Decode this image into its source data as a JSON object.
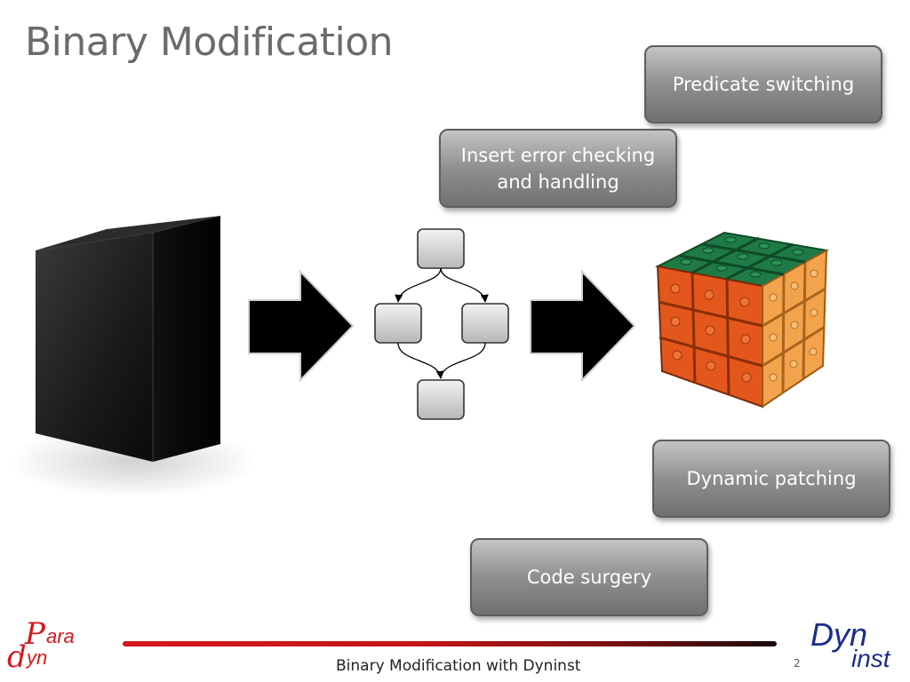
{
  "slide": {
    "title": "Binary Modification",
    "footer": "Binary Modification with Dyninst",
    "page_number": "2"
  },
  "callouts": {
    "predicate": "Predicate switching",
    "error_line1": "Insert error checking",
    "error_line2": "and handling",
    "dynamic": "Dynamic patching",
    "surgery": "Code surgery"
  },
  "logos": {
    "paradyn_p": "P",
    "paradyn_ara": "ara",
    "paradyn_d": "d",
    "paradyn_yn": "yn",
    "dyninst_dyn": "Dyn",
    "dyninst_inst": "inst"
  },
  "colors": {
    "accent_red": "#d6191b",
    "dyninst_blue": "#1c2c8c"
  }
}
